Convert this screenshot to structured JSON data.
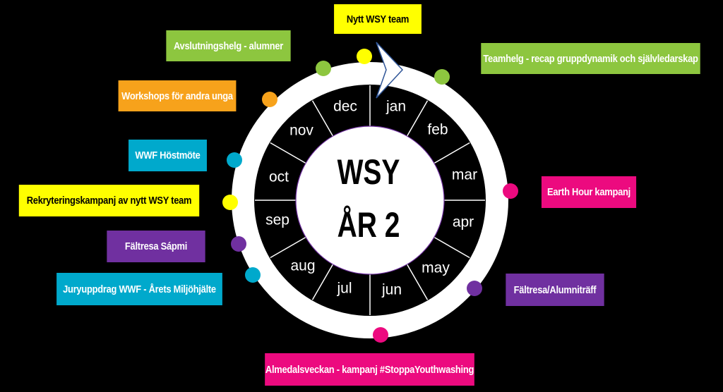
{
  "wheel": {
    "center_title_line1": "WSY",
    "center_title_line2": "ÅR 2",
    "months": [
      "jan",
      "feb",
      "mar",
      "apr",
      "may",
      "jun",
      "jul",
      "aug",
      "sep",
      "oct",
      "nov",
      "dec"
    ]
  },
  "colors": {
    "background": "#000000",
    "ring": "#ffffff",
    "yellow": "#ffff00",
    "green": "#8dc63f",
    "orange": "#f7a21b",
    "teal": "#00a9cc",
    "purple": "#7030a0",
    "magenta": "#ec0a7f",
    "arrow_stroke": "#2f5597"
  },
  "events": [
    {
      "id": "nytt-wsy-team",
      "label": "Nytt WSY team",
      "color": "#ffff00",
      "text_color": "#000000"
    },
    {
      "id": "avslutningshelg",
      "label": "Avslutningshelg - alumner",
      "color": "#8dc63f",
      "text_color": "#ffffff"
    },
    {
      "id": "teamhelg",
      "label": "Teamhelg - recap gruppdynamik och självledarskap",
      "color": "#8dc63f",
      "text_color": "#ffffff"
    },
    {
      "id": "workshops",
      "label": "Workshops för andra unga",
      "color": "#f7a21b",
      "text_color": "#ffffff"
    },
    {
      "id": "wwf-hostmote",
      "label": "WWF Höstmöte",
      "color": "#00a9cc",
      "text_color": "#ffffff"
    },
    {
      "id": "rekrytering",
      "label": "Rekryteringskampanj av nytt WSY team",
      "color": "#ffff00",
      "text_color": "#000000"
    },
    {
      "id": "earth-hour",
      "label": "Earth Hour kampanj",
      "color": "#ec0a7f",
      "text_color": "#ffffff"
    },
    {
      "id": "faltresa-sapmi",
      "label": "Fältresa Sápmi",
      "color": "#7030a0",
      "text_color": "#ffffff"
    },
    {
      "id": "juryuppdrag",
      "label": "Juryuppdrag WWF - Årets Miljöhjälte",
      "color": "#00a9cc",
      "text_color": "#ffffff"
    },
    {
      "id": "faltresa-alumni",
      "label": "Fältresa/Alumniträff",
      "color": "#7030a0",
      "text_color": "#ffffff"
    },
    {
      "id": "almedalsveckan",
      "label": "Almedalsveckan - kampanj #StoppaYouthwashing",
      "color": "#ec0a7f",
      "text_color": "#ffffff"
    }
  ]
}
